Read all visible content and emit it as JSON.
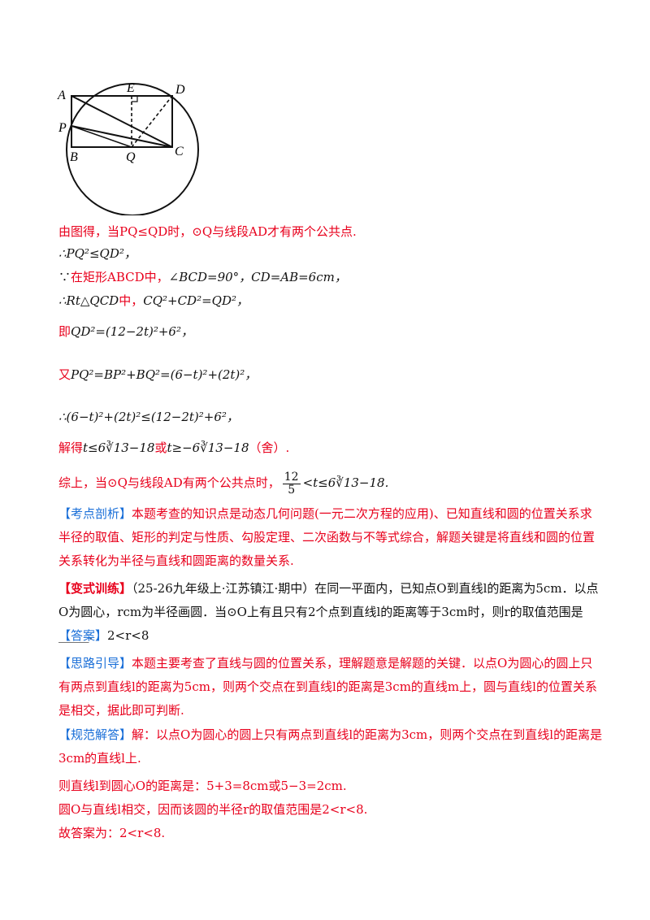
{
  "figure": {
    "labels": {
      "A": "A",
      "E": "E",
      "D": "D",
      "P": "P",
      "B": "B",
      "Q": "Q",
      "C": "C"
    }
  },
  "lines": {
    "l1": "由图得，当PQ≤QD时，⊙Q与线段AD才有两个公共点.",
    "l2": "∴PQ²≤QD²，",
    "l3a": "∵",
    "l3b": "在矩形ABCD中，",
    "l3c": "∠BCD=90°，CD=AB=6cm，",
    "l4a": "∴Rt△QCD",
    "l4b": "中，",
    "l4c": "CQ²+CD²=QD²，",
    "l5a": "即",
    "l5b": "QD²=(12−2t)²+6²，",
    "l6a": "又",
    "l6b": "PQ²=BP²+BQ²=(6−t)²+(2t)²，",
    "l7": "∴(6−t)²+(2t)²≤(12−2t)²+6²，",
    "l8a": "解得",
    "l8b": "t≤6∛13−18",
    "l8c": "或",
    "l8d": "t≥−6∛13−18",
    "l8e": "（舍）.",
    "l9a": "综上，当⊙Q与线段AD有两个公共点时，",
    "l9num": "12",
    "l9den": "5",
    "l9b": "<t≤6∛13−18."
  },
  "analysis": {
    "tag": "【考点剖析】",
    "text": "本题考查的知识点是动态几何问题(一元二次方程的应用)、已知直线和圆的位置关系求半径的取值、矩形的判定与性质、勾股定理、二次函数与不等式综合，解题关键是将直线和圆的位置关系转化为半径与直线和圆距离的数量关系."
  },
  "variant": {
    "tag": "【变式训练】",
    "text": "（25-26九年级上·江苏镇江·期中）在同一平面内，已知点O到直线l的距离为5cm．以点O为圆心，rcm为半径画圆．当⊙O上有且只有2个点到直线l的距离等于3cm时，则r的取值范围是_____."
  },
  "answer": {
    "tag": "【答案】",
    "text": "2<r<8"
  },
  "guide": {
    "tag": "【思路引导】",
    "text": "本题主要考查了直线与圆的位置关系，理解题意是解题的关键．以点O为圆心的圆上只有两点到直线l的距离为5cm，则两个交点在到直线l的距离是3cm的直线m上，圆与直线l的位置关系是相交，据此即可判断."
  },
  "solution": {
    "tag": "【规范解答】",
    "text": "解：以点O为圆心的圆上只有两点到直线l的距离为3cm，则两个交点在到直线l的距离是3cm的直线l上.",
    "line2": "则直线l到圆心O的距离是：5+3=8cm或5−3=2cm.",
    "line3": "圆O与直线l相交，因而该圆的半径r的取值范围是2<r<8.",
    "line4": "故答案为：2<r<8."
  }
}
